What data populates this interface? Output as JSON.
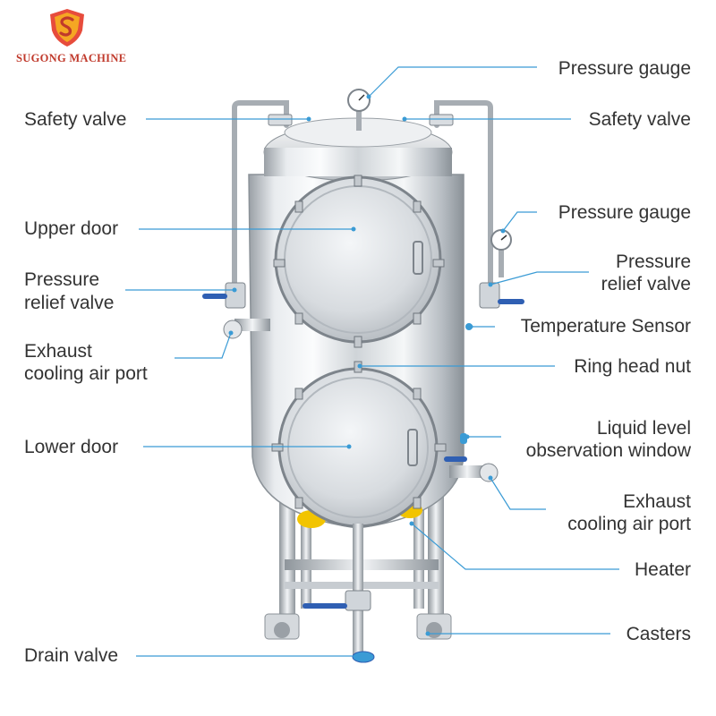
{
  "brand": {
    "name": "SUGONG MACHINE",
    "logo_icon": "shield-s-logo-icon",
    "color": "#c0392b"
  },
  "colors": {
    "leader_line": "#3a9bd5",
    "label_text": "#333333",
    "steel_light": "#f2f4f6",
    "steel_mid": "#c3c8cd",
    "steel_dark": "#7d848b",
    "valve_handle": "#2f5fb3",
    "heater_yellow": "#f2c400"
  },
  "labels": {
    "left": [
      {
        "id": "safety-valve-left",
        "text": "Safety valve"
      },
      {
        "id": "upper-door",
        "text": "Upper door"
      },
      {
        "id": "pressure-relief-valve-left",
        "lines": [
          "Pressure",
          "relief valve"
        ]
      },
      {
        "id": "exhaust-port-left",
        "lines": [
          "Exhaust",
          "cooling air port"
        ]
      },
      {
        "id": "lower-door",
        "text": "Lower door"
      },
      {
        "id": "drain-valve",
        "text": "Drain valve"
      }
    ],
    "right": [
      {
        "id": "pressure-gauge-top",
        "text": "Pressure gauge"
      },
      {
        "id": "safety-valve-right",
        "text": "Safety valve"
      },
      {
        "id": "pressure-gauge-side",
        "text": "Pressure gauge"
      },
      {
        "id": "pressure-relief-valve-right",
        "lines": [
          "Pressure",
          "relief valve"
        ]
      },
      {
        "id": "temperature-sensor",
        "text": "Temperature Sensor"
      },
      {
        "id": "ring-head-nut",
        "text": "Ring head nut"
      },
      {
        "id": "liquid-level-window",
        "lines": [
          "Liquid level",
          "observation window"
        ]
      },
      {
        "id": "exhaust-port-right",
        "lines": [
          "Exhaust",
          "cooling air port"
        ]
      },
      {
        "id": "heater",
        "text": "Heater"
      },
      {
        "id": "casters",
        "text": "Casters"
      }
    ]
  }
}
